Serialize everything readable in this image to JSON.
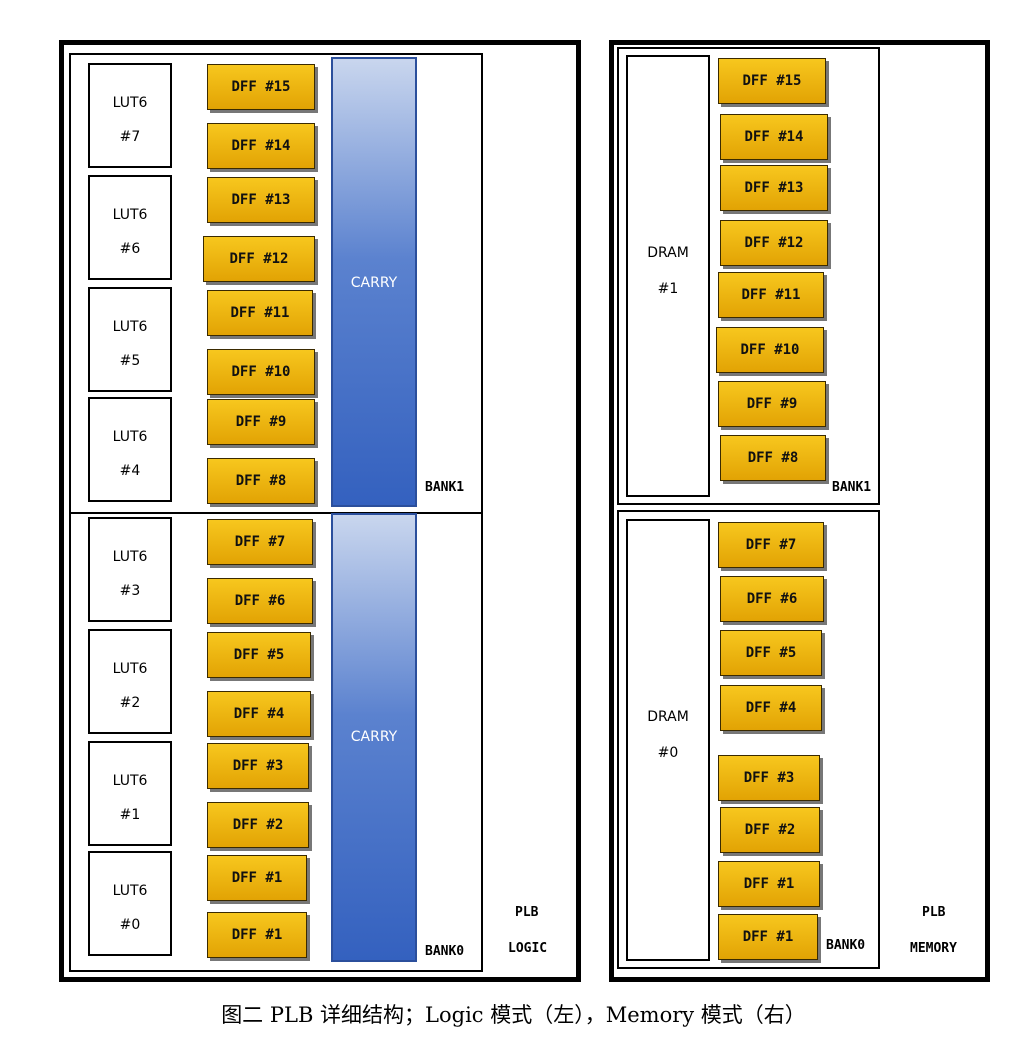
{
  "logic": {
    "bank1_label": "BANK1",
    "bank0_label": "BANK0",
    "carry_label": "CARRY",
    "plb_label": "PLB",
    "mode_label": "LOGIC",
    "luts": [
      {
        "name": "LUT6",
        "index": "#7"
      },
      {
        "name": "LUT6",
        "index": "#6"
      },
      {
        "name": "LUT6",
        "index": "#5"
      },
      {
        "name": "LUT6",
        "index": "#4"
      },
      {
        "name": "LUT6",
        "index": "#3"
      },
      {
        "name": "LUT6",
        "index": "#2"
      },
      {
        "name": "LUT6",
        "index": "#1"
      },
      {
        "name": "LUT6",
        "index": "#0"
      }
    ],
    "dffs": [
      "DFF #15",
      "DFF #14",
      "DFF #13",
      "DFF #12",
      "DFF #11",
      "DFF #10",
      "DFF #9",
      "DFF #8",
      "DFF #7",
      "DFF #6",
      "DFF #5",
      "DFF #4",
      "DFF #3",
      "DFF #2",
      "DFF #1",
      "DFF #1"
    ]
  },
  "memory": {
    "bank1_label": "BANK1",
    "bank0_label": "BANK0",
    "plb_label": "PLB",
    "mode_label": "MEMORY",
    "drams": [
      {
        "name": "DRAM",
        "index": "#1"
      },
      {
        "name": "DRAM",
        "index": "#0"
      }
    ],
    "dffs": [
      "DFF #15",
      "DFF #14",
      "DFF #13",
      "DFF #12",
      "DFF #11",
      "DFF #10",
      "DFF #9",
      "DFF #8",
      "DFF #7",
      "DFF #6",
      "DFF #5",
      "DFF #4",
      "DFF #3",
      "DFF #2",
      "DFF #1",
      "DFF #1"
    ]
  },
  "caption": "图二 PLB 详细结构；Logic 模式（左），Memory 模式（右）",
  "colors": {
    "dff": "#e9b30d",
    "carry": "#3d66c4",
    "outline": "#000000"
  }
}
